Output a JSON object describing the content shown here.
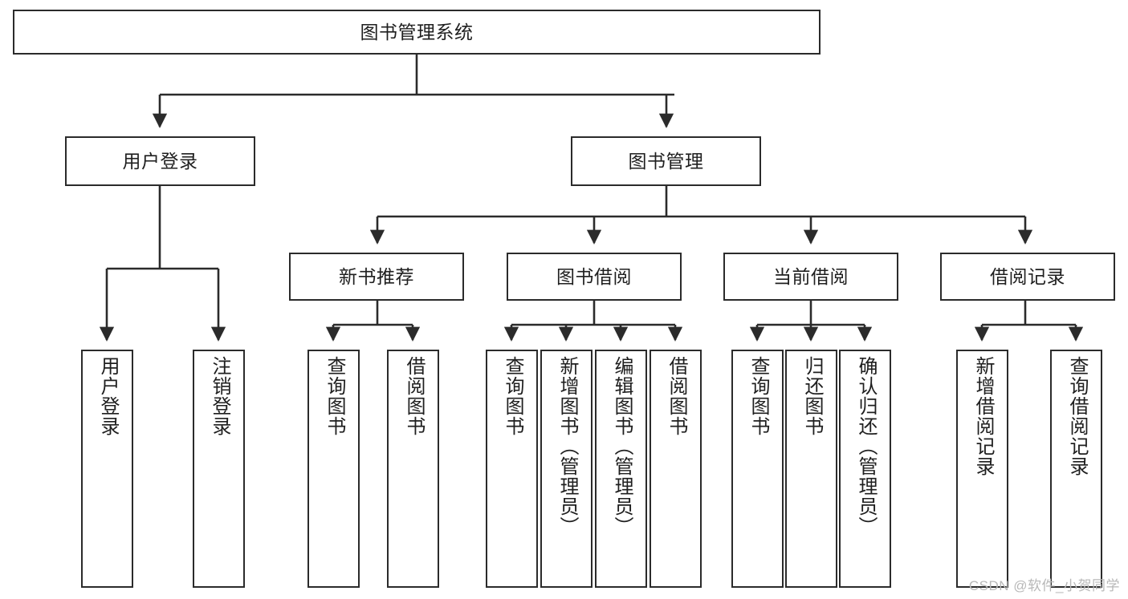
{
  "diagram": {
    "title": "图书管理系统",
    "root": {
      "id": "root",
      "label": "图书管理系统"
    },
    "level2": [
      {
        "id": "user-login",
        "label": "用户登录"
      },
      {
        "id": "book-management",
        "label": "图书管理"
      }
    ],
    "level3": [
      {
        "id": "new-book-recommend",
        "label": "新书推荐",
        "parent": "book-management"
      },
      {
        "id": "book-borrow",
        "label": "图书借阅",
        "parent": "book-management"
      },
      {
        "id": "current-borrow",
        "label": "当前借阅",
        "parent": "book-management"
      },
      {
        "id": "borrow-record",
        "label": "借阅记录",
        "parent": "book-management"
      }
    ],
    "leaves": [
      {
        "id": "leaf-user-login",
        "label": "用户登录",
        "parent": "user-login"
      },
      {
        "id": "leaf-user-logout",
        "label": "注销登录",
        "parent": "user-login"
      },
      {
        "id": "leaf-query-book-1",
        "label": "查询图书",
        "parent": "new-book-recommend"
      },
      {
        "id": "leaf-borrow-book-1",
        "label": "借阅图书",
        "parent": "new-book-recommend"
      },
      {
        "id": "leaf-query-book-2",
        "label": "查询图书",
        "parent": "book-borrow"
      },
      {
        "id": "leaf-add-book",
        "label": "新增图书（管理员）",
        "parent": "book-borrow"
      },
      {
        "id": "leaf-edit-book",
        "label": "编辑图书（管理员）",
        "parent": "book-borrow"
      },
      {
        "id": "leaf-borrow-book-2",
        "label": "借阅图书",
        "parent": "book-borrow"
      },
      {
        "id": "leaf-query-book-3",
        "label": "查询图书",
        "parent": "current-borrow"
      },
      {
        "id": "leaf-return-book",
        "label": "归还图书",
        "parent": "current-borrow"
      },
      {
        "id": "leaf-confirm-return",
        "label": "确认归还（管理员）",
        "parent": "current-borrow"
      },
      {
        "id": "leaf-add-record",
        "label": "新增借阅记录",
        "parent": "borrow-record"
      },
      {
        "id": "leaf-query-record",
        "label": "查询借阅记录",
        "parent": "borrow-record"
      }
    ],
    "colors": {
      "background": "#ffffff",
      "box_fill": "#ffffff",
      "box_border": "#2b2b2b",
      "connector": "#2b2b2b",
      "text": "#1f1f1f",
      "watermark": "#b8b8b8"
    }
  },
  "watermark": {
    "text": "CSDN @软件_小贺同学"
  }
}
